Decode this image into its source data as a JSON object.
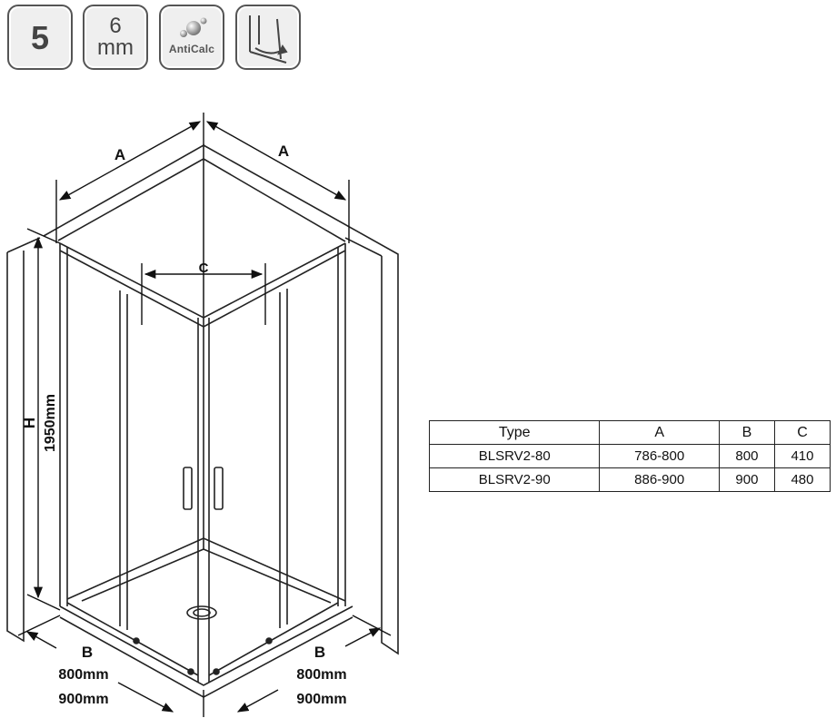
{
  "badges": {
    "layers": "5",
    "thickness_value": "6",
    "thickness_unit": "mm",
    "coating": "AntiCalc",
    "icons": [
      "number-badge",
      "glass-thickness-badge",
      "anticalc-drops-icon",
      "lift-door-icon"
    ]
  },
  "dimensions": {
    "a_left": "A",
    "a_right": "A",
    "c": "C",
    "h": "H",
    "height": "1950mm",
    "b_left": "B",
    "b_right": "B",
    "b_size_1": "800mm",
    "b_size_2": "900mm"
  },
  "table": {
    "headers": [
      "Type",
      "A",
      "B",
      "C"
    ],
    "rows": [
      [
        "BLSRV2-80",
        "786-800",
        "800",
        "410"
      ],
      [
        "BLSRV2-90",
        "886-900",
        "900",
        "480"
      ]
    ]
  },
  "colors": {
    "line": "#222222",
    "badge_border": "#555555",
    "badge_fill": "#efefef"
  }
}
